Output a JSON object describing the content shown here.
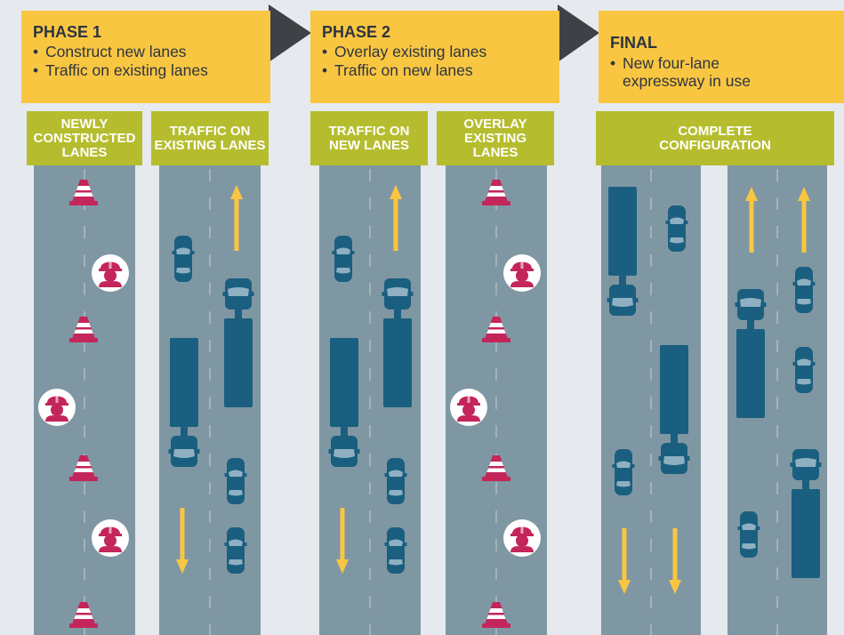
{
  "colors": {
    "background": "#e6e9ed",
    "phase_box": "#f9c642",
    "road": "#7f97a3",
    "lane_label": "#b5bd2e",
    "vehicle": "#1a5f7f",
    "worker": "#c4255a",
    "cone": "#c4255a",
    "arrow": "#f9c642",
    "chevron": "#3e4247"
  },
  "phase1": {
    "title": "PHASE 1",
    "items": [
      "Construct new lanes",
      "Traffic on existing lanes"
    ]
  },
  "phase2": {
    "title": "PHASE 2",
    "items": [
      "Overlay existing lanes",
      "Traffic on new lanes"
    ]
  },
  "final": {
    "title": "FINAL",
    "item": "New four-lane expressway in use"
  },
  "lane_labels": {
    "p1_left": "NEWLY CONSTRUCTED LANES",
    "p1_right": "TRAFFIC ON EXISTING LANES",
    "p2_left": "TRAFFIC ON NEW LANES",
    "p2_right": "OVERLAY EXISTING LANES",
    "final": "COMPLETE CONFIGURATION"
  },
  "icons": {
    "bullet": "•",
    "chevron": "chevron-right-icon",
    "cone": "traffic-cone-icon",
    "worker": "construction-worker-icon",
    "car": "car-icon",
    "truck": "truck-icon",
    "arrow_up": "arrow-up-icon",
    "arrow_down": "arrow-down-icon"
  }
}
